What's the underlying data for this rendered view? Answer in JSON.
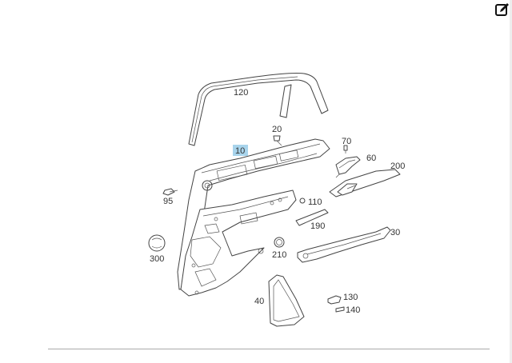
{
  "toolbar": {
    "edit_icon": "edit-square-icon"
  },
  "colors": {
    "highlight": "#a8d4ec",
    "line": "#444444",
    "rule": "#aaaaaa"
  },
  "parts": {
    "p120": "120",
    "p20": "20",
    "p70": "70",
    "p60": "60",
    "p10": "10",
    "p200": "200",
    "p95": "95",
    "p110": "110",
    "p190": "190",
    "p30": "30",
    "p300": "300",
    "p210": "210",
    "p40": "40",
    "p130": "130",
    "p140": "140"
  },
  "selected_part": "10"
}
